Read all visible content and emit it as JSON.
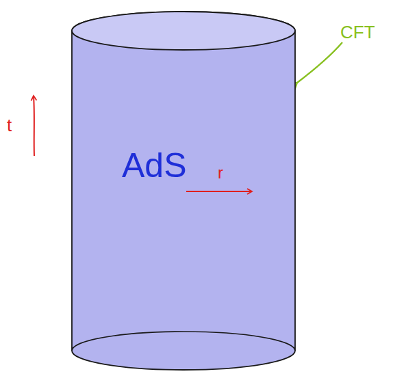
{
  "diagram": {
    "nodes": [
      {
        "text": [
          "AdS",
          "r"
        ]
      }
    ],
    "labels": [
      "t",
      "CFT"
    ]
  }
}
